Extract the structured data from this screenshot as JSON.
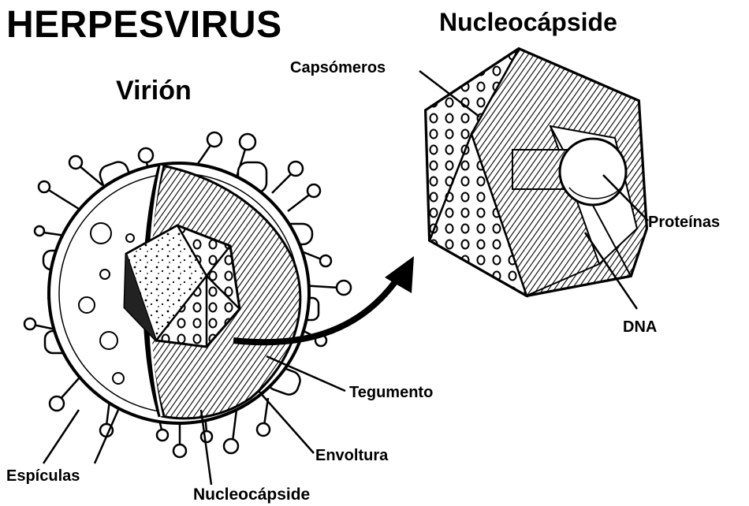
{
  "title": "HERPESVIRUS",
  "virion_title": "Virión",
  "nucleocapsid_title": "Nucleocápside",
  "labels": {
    "capsomeros": "Capsómeros",
    "proteinas": "Proteínas",
    "dna": "DNA",
    "tegumento": "Tegumento",
    "envoltura": "Envoltura",
    "espiculas": "Espículas",
    "nucleocapside": "Nucleocápside"
  },
  "colors": {
    "ink": "#000000",
    "background": "#ffffff"
  }
}
